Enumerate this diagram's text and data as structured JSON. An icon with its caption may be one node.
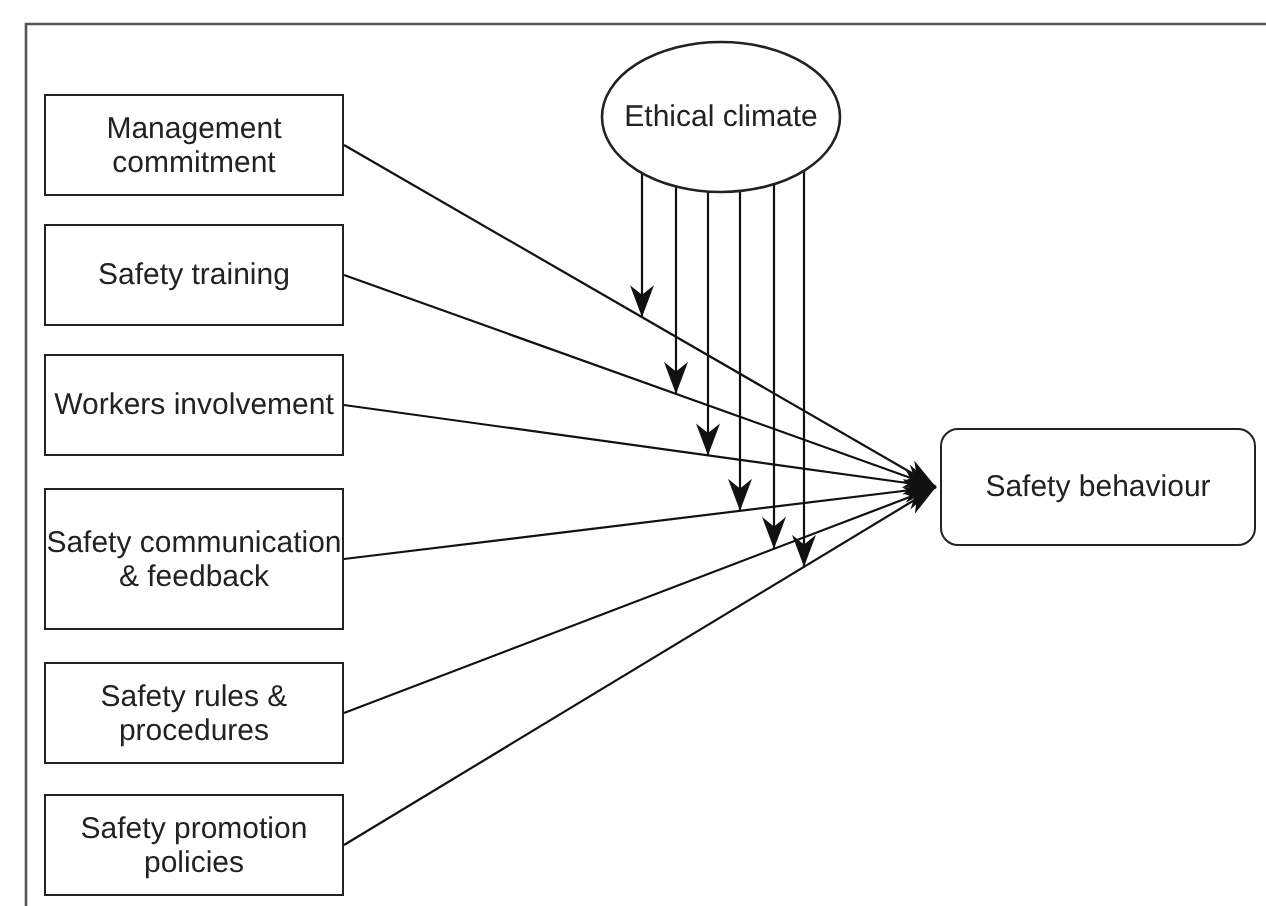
{
  "diagram": {
    "nodes": [
      {
        "text": [
          "Management commitment"
        ]
      },
      {
        "text": [
          "Safety training"
        ]
      },
      {
        "text": [
          "Workers involvement"
        ]
      },
      {
        "text": [
          "Safety communication & feedback"
        ]
      },
      {
        "text": [
          "Safety rules & procedures"
        ]
      },
      {
        "text": [
          "Safety promotion policies"
        ]
      },
      {
        "text": [
          "Ethical climate"
        ]
      },
      {
        "text": [
          "Safety behaviour"
        ]
      }
    ],
    "edges": [
      {
        "from": 0,
        "to": 7,
        "arrow": "to"
      },
      {
        "from": 1,
        "to": 7,
        "arrow": "to"
      },
      {
        "from": 2,
        "to": 7,
        "arrow": "to"
      },
      {
        "from": 3,
        "to": 7,
        "arrow": "to"
      },
      {
        "from": 4,
        "to": 7,
        "arrow": "to"
      },
      {
        "from": 5,
        "to": 7,
        "arrow": "to"
      },
      {
        "from": 6,
        "to": null,
        "arrow": "to"
      },
      {
        "from": 6,
        "to": null,
        "arrow": "to"
      },
      {
        "from": 6,
        "to": null,
        "arrow": "to"
      },
      {
        "from": 6,
        "to": null,
        "arrow": "to"
      },
      {
        "from": 6,
        "to": null,
        "arrow": "to"
      },
      {
        "from": 6,
        "to": null,
        "arrow": "to"
      }
    ]
  }
}
